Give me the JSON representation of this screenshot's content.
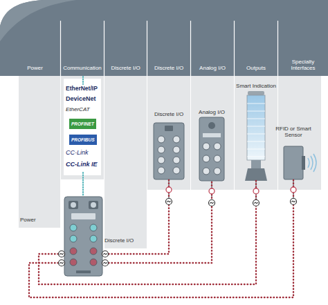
{
  "diagram": {
    "nodes": [
      {
        "text": [
          "Power"
        ]
      },
      {
        "text": [
          "Communication"
        ]
      },
      {
        "text": [
          "Discrete I/O"
        ]
      },
      {
        "text": [
          "Discrete I/O"
        ]
      },
      {
        "text": [
          "Analog I/O"
        ]
      },
      {
        "text": [
          "Outputs"
        ]
      },
      {
        "text": [
          "Specialty Interfaces"
        ]
      },
      {
        "text": [
          "Discrete I/O"
        ],
        "in": 3
      },
      {
        "text": [
          "Analog I/O"
        ],
        "in": 4
      },
      {
        "text": [
          "Smart Indication"
        ],
        "in": 5
      },
      {
        "text": [
          "RFID or Smart Sensor"
        ],
        "in": 6
      },
      {
        "text": [
          "Power",
          "Discrete I/O"
        ]
      }
    ],
    "edges": [
      {
        "from": 11,
        "to": 7,
        "arrow": "none"
      },
      {
        "from": 11,
        "to": 8,
        "arrow": "none"
      },
      {
        "from": 11,
        "to": 9,
        "arrow": "none"
      },
      {
        "from": 11,
        "to": 10,
        "arrow": "none"
      }
    ],
    "labels": [
      "EtherNet/IP",
      "DeviceNet",
      "EtherCAT",
      "PROFINET",
      "PROFIBUS",
      "CC-Link",
      "CC-Link IE"
    ]
  }
}
